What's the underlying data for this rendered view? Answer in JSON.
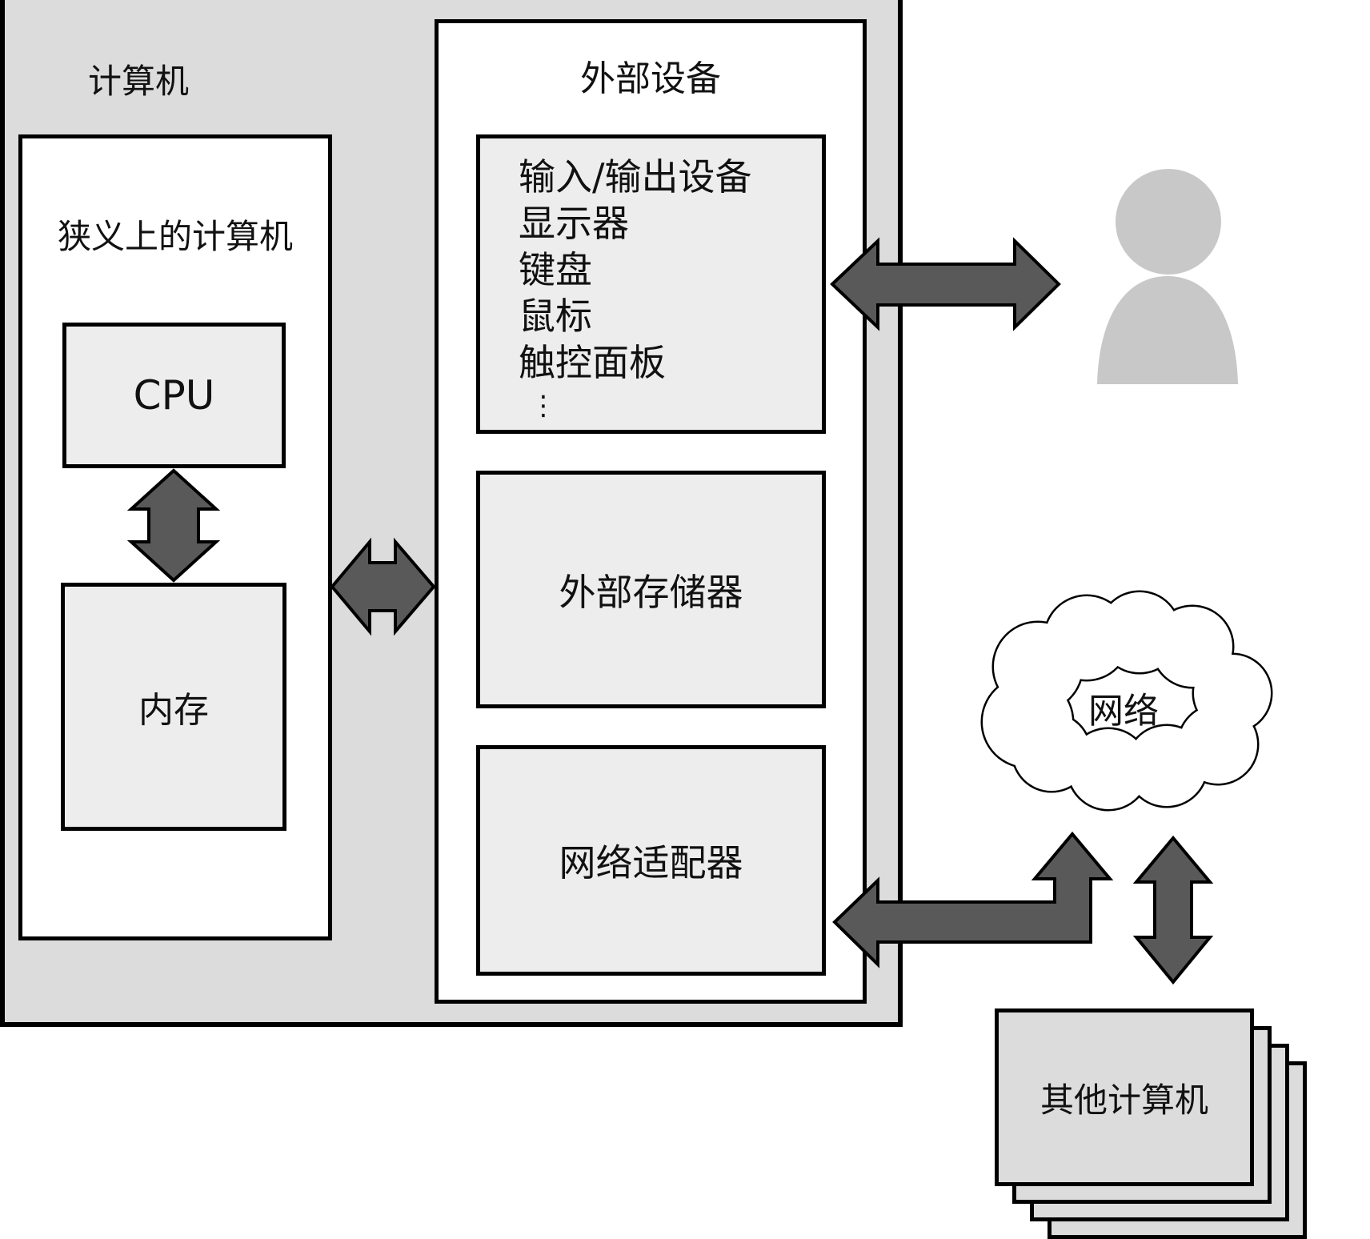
{
  "diagram": {
    "computer": {
      "label": "计算机"
    },
    "narrow_computer": {
      "label": "狭义上的计算机",
      "cpu_label": "CPU",
      "memory_label": "内存"
    },
    "external_devices": {
      "label": "外部设备",
      "io_device": {
        "lines": [
          "输入/输出设备",
          "显示器",
          "键盘",
          "鼠标",
          "触控面板",
          "⋮"
        ]
      },
      "external_storage": {
        "label": "外部存储器"
      },
      "network_adapter": {
        "label": "网络适配器"
      }
    },
    "network_cloud": {
      "label": "网络"
    },
    "other_computers": {
      "label": "其他计算机"
    }
  },
  "colors": {
    "canvas_bg": "#ffffff",
    "computer_bg": "#dcdcdc",
    "white_box_bg": "#ffffff",
    "inner_box_bg": "#ededed",
    "stack_box_bg": "#dcdcdc",
    "border": "#000000",
    "arrow": "#595959",
    "person": "#c8c8c8",
    "text": "#111111"
  }
}
